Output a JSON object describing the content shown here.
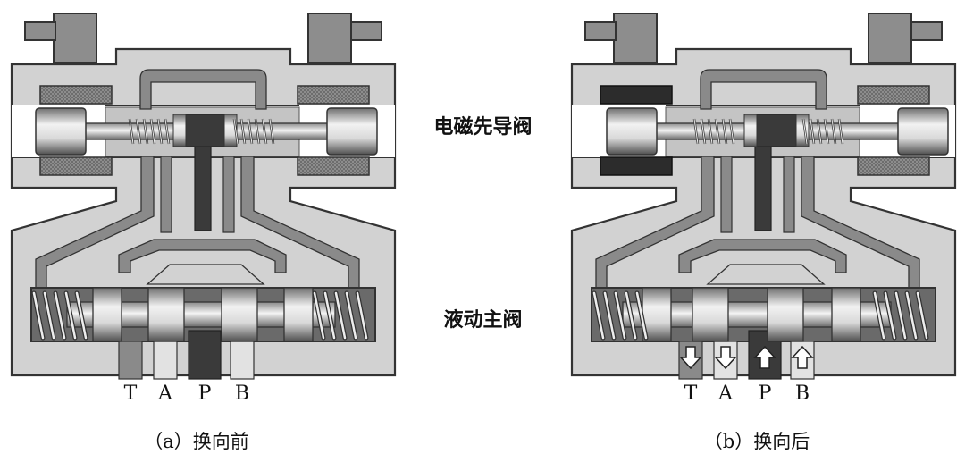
{
  "labels": {
    "pilot_valve": "电磁先导阀",
    "main_valve": "液动主阀"
  },
  "ports": [
    "T",
    "A",
    "P",
    "B"
  ],
  "captions": {
    "before": "（a）换向前",
    "after": "（b）换向后"
  },
  "colors": {
    "body": "#d2d2d2",
    "outline": "#333333",
    "cavity": "#666666",
    "pressure": "#3a3a3a",
    "low": "#8a8a8a",
    "light": "#e2e2e2",
    "coil_idle": "#8f8f8f",
    "coil_energized": "#2c2c2c"
  }
}
